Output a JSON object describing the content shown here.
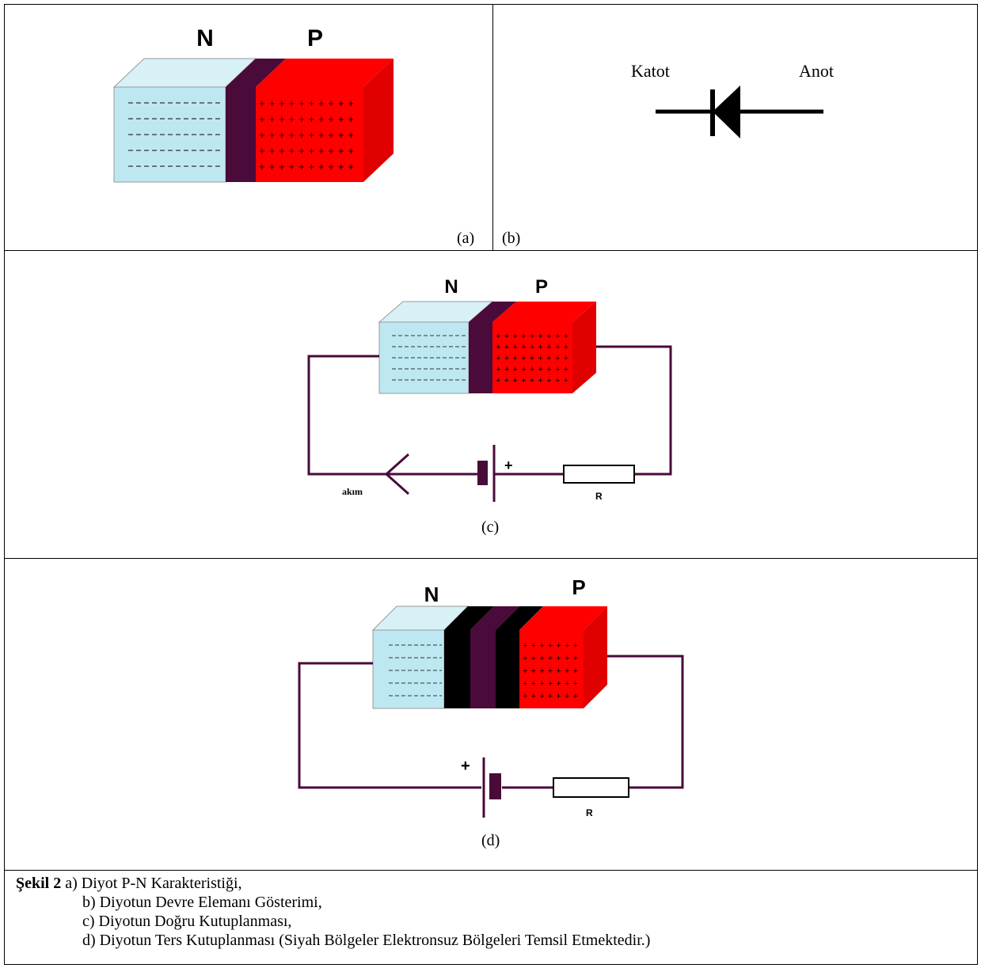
{
  "panel_a": {
    "n_label": "N",
    "p_label": "P",
    "tag": "(a)"
  },
  "panel_b": {
    "katot": "Katot",
    "anot": "Anot",
    "tag": "(b)"
  },
  "panel_c": {
    "n_label": "N",
    "p_label": "P",
    "plus": "+",
    "current_label": "akım",
    "resistor_label": "R",
    "tag": "(c)"
  },
  "panel_d": {
    "n_label": "N",
    "p_label": "P",
    "plus": "+",
    "resistor_label": "R",
    "tag": "(d)"
  },
  "caption": {
    "figure": "Şekil 2",
    "line_a": " a) Diyot P-N Karakteristiği,",
    "line_b": "b) Diyotun Devre Elemanı Gösterimi,",
    "line_c": "c) Diyotun Doğru Kutuplanması,",
    "line_d": "d) Diyotun Ters Kutuplanması (Siyah Bölgeler Elektronsuz Bölgeleri Temsil Etmektedir.)"
  },
  "colors": {
    "n_region_front": "#bde8f2",
    "n_region_top": "#d7f1f7",
    "junction": "#4a0a3a",
    "p_region": "#ff0000",
    "depletion": "#000000",
    "wire": "#4a0a3a"
  }
}
